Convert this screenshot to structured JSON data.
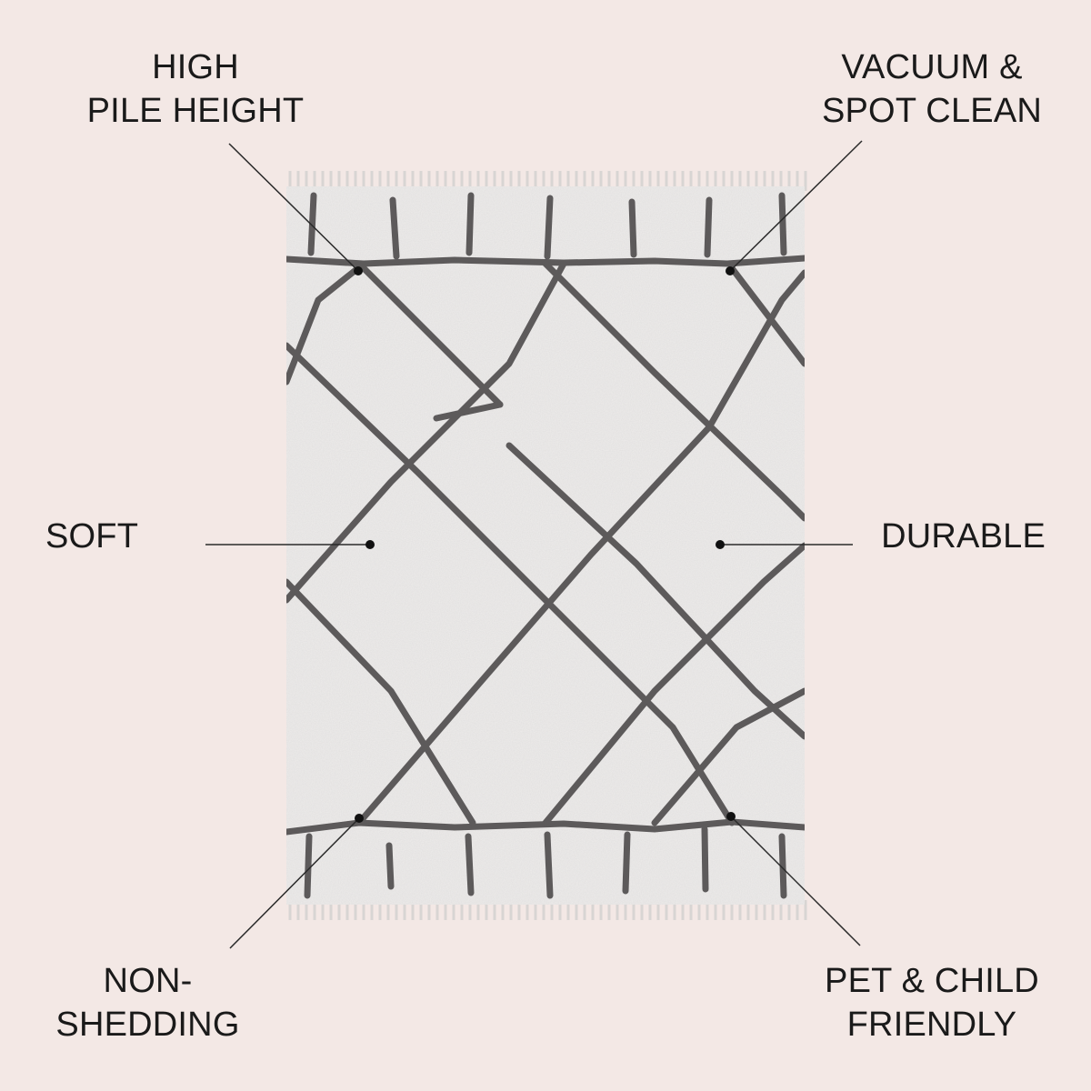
{
  "features": {
    "high_pile": {
      "line1": "HIGH",
      "line2": "PILE HEIGHT"
    },
    "vacuum": {
      "line1": "VACUUM &",
      "line2": "SPOT CLEAN"
    },
    "soft": {
      "text": "SOFT"
    },
    "durable": {
      "text": "DURABLE"
    },
    "non_shedding": {
      "line1": "NON-",
      "line2": "SHEDDING"
    },
    "pet_child": {
      "line1": "PET & CHILD",
      "line2": "FRIENDLY"
    }
  },
  "colors": {
    "background": "#f3e8e5",
    "rug": "#eeeceb",
    "rug_pattern": "#4a4748",
    "text": "#1a1a1a"
  }
}
